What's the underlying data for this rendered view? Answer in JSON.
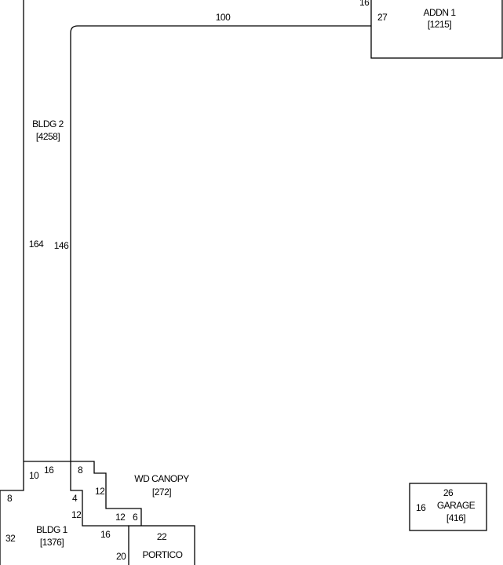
{
  "areas": {
    "addn1": {
      "name": "ADDN 1",
      "area": "[1215]"
    },
    "bldg2": {
      "name": "BLDG 2",
      "area": "[4258]"
    },
    "bldg1": {
      "name": "BLDG 1",
      "area": "[1376]"
    },
    "wd_canopy": {
      "name": "WD CANOPY",
      "area": "[272]"
    },
    "garage": {
      "name": "GARAGE",
      "area": "[416]"
    },
    "portico": {
      "name": "PORTICO"
    }
  },
  "dimensions": {
    "top_100": "100",
    "addn_16": "16",
    "addn_27": "27",
    "left_164": "164",
    "inner_146": "146",
    "d10": "10",
    "d16a": "16",
    "d8a": "8",
    "d8b": "8",
    "d12a": "12",
    "d4": "4",
    "d12b": "12",
    "d12c": "12",
    "d6": "6",
    "d32": "32",
    "d16b": "16",
    "d20": "20",
    "d22": "22",
    "garage_26": "26",
    "garage_16": "16"
  }
}
